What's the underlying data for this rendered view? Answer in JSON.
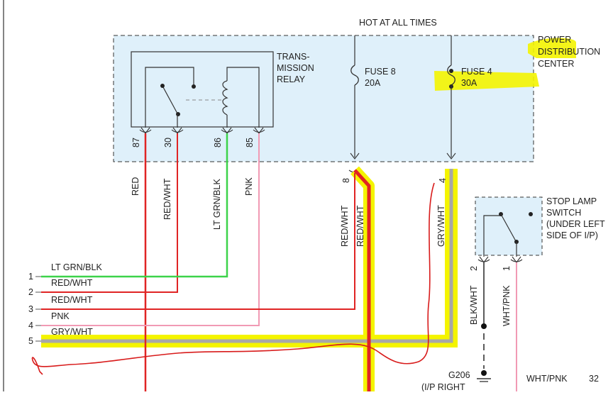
{
  "title": "HOT AT ALL TIMES",
  "pdc": {
    "label": [
      "POWER",
      "DISTRIBUTION",
      "CENTER"
    ]
  },
  "relay": {
    "label": [
      "TRANS-",
      "MISSION",
      "RELAY"
    ],
    "pins": [
      "87",
      "30",
      "86",
      "85"
    ]
  },
  "fuse8": {
    "name": "FUSE 8",
    "amps": "20A",
    "pin": "8"
  },
  "fuse4": {
    "name": "FUSE 4",
    "amps": "30A",
    "pin": "4"
  },
  "switch": {
    "label": [
      "STOP LAMP",
      "SWITCH",
      "(UNDER LEFT",
      "SIDE OF I/P)"
    ],
    "pins": [
      "2",
      "1"
    ]
  },
  "wires": {
    "relay": [
      "RED",
      "RED/WHT",
      "LT GRN/BLK",
      "PNK"
    ],
    "fuse8": [
      "RED/WHT",
      "RED/WHT"
    ],
    "fuse4": "GRY/WHT",
    "switch": [
      "BLK/WHT",
      "WHT/PNK"
    ]
  },
  "connector": {
    "rows": [
      {
        "num": "1",
        "color": "LT GRN/BLK"
      },
      {
        "num": "2",
        "color": "RED/WHT"
      },
      {
        "num": "3",
        "color": "RED/WHT"
      },
      {
        "num": "4",
        "color": "PNK"
      },
      {
        "num": "5",
        "color": "GRY/WHT"
      }
    ]
  },
  "ground": {
    "name": "G206",
    "location": "(I/P RIGHT"
  },
  "bottom": {
    "wire": "WHT/PNK",
    "page": "32"
  },
  "colors": {
    "box_fill": "#dff0fa",
    "dash": "#333333",
    "red": "#e02424",
    "green": "#3dd34a",
    "pink": "#f19ab4",
    "gray": "#a8a8a8",
    "highlight": "#f4f400",
    "annotation": "#d81b1b"
  }
}
